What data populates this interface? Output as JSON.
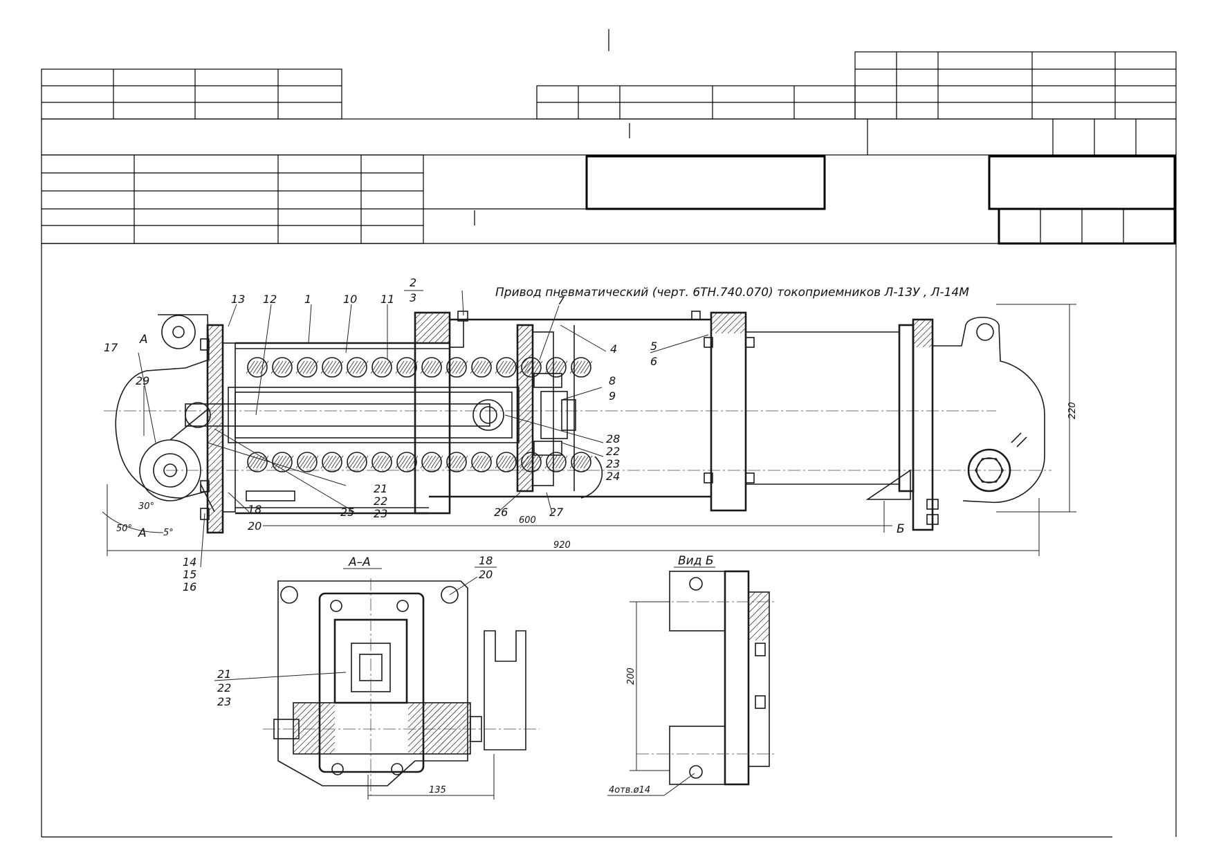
{
  "drawing": {
    "title": "Привод пневматический (черт. 6ТН.740.070) токоприемников Л-13У , Л-14М",
    "section_view_label": "А–А",
    "side_view_label": "Вид Б",
    "callouts": {
      "c1": "1",
      "c2": "2",
      "c3": "3",
      "c4": "4",
      "c5": "5",
      "c6": "6",
      "c7": "7",
      "c8": "8",
      "c9": "9",
      "c10": "10",
      "c11": "11",
      "c12": "12",
      "c13": "13",
      "c14": "14",
      "c15": "15",
      "c16": "16",
      "c17": "17",
      "c18": "18",
      "c20": "20",
      "c21": "21",
      "c22": "22",
      "c23": "23",
      "c24": "24",
      "c25": "25",
      "c26": "26",
      "c27": "27",
      "c28": "28",
      "c29": "29",
      "s18": "18",
      "s20": "20",
      "s21": "21",
      "s22": "22",
      "s23": "23"
    },
    "section_marks": {
      "a_top": "А",
      "a_bottom": "А",
      "b_arrow": "Б"
    },
    "angles": {
      "a30": "30°",
      "a50": "50°",
      "a5": "5°"
    },
    "dimensions": {
      "d600": "600",
      "d920": "920",
      "d220": "220",
      "d135": "135",
      "d200": "200",
      "holes": "4отв.ø14"
    }
  }
}
